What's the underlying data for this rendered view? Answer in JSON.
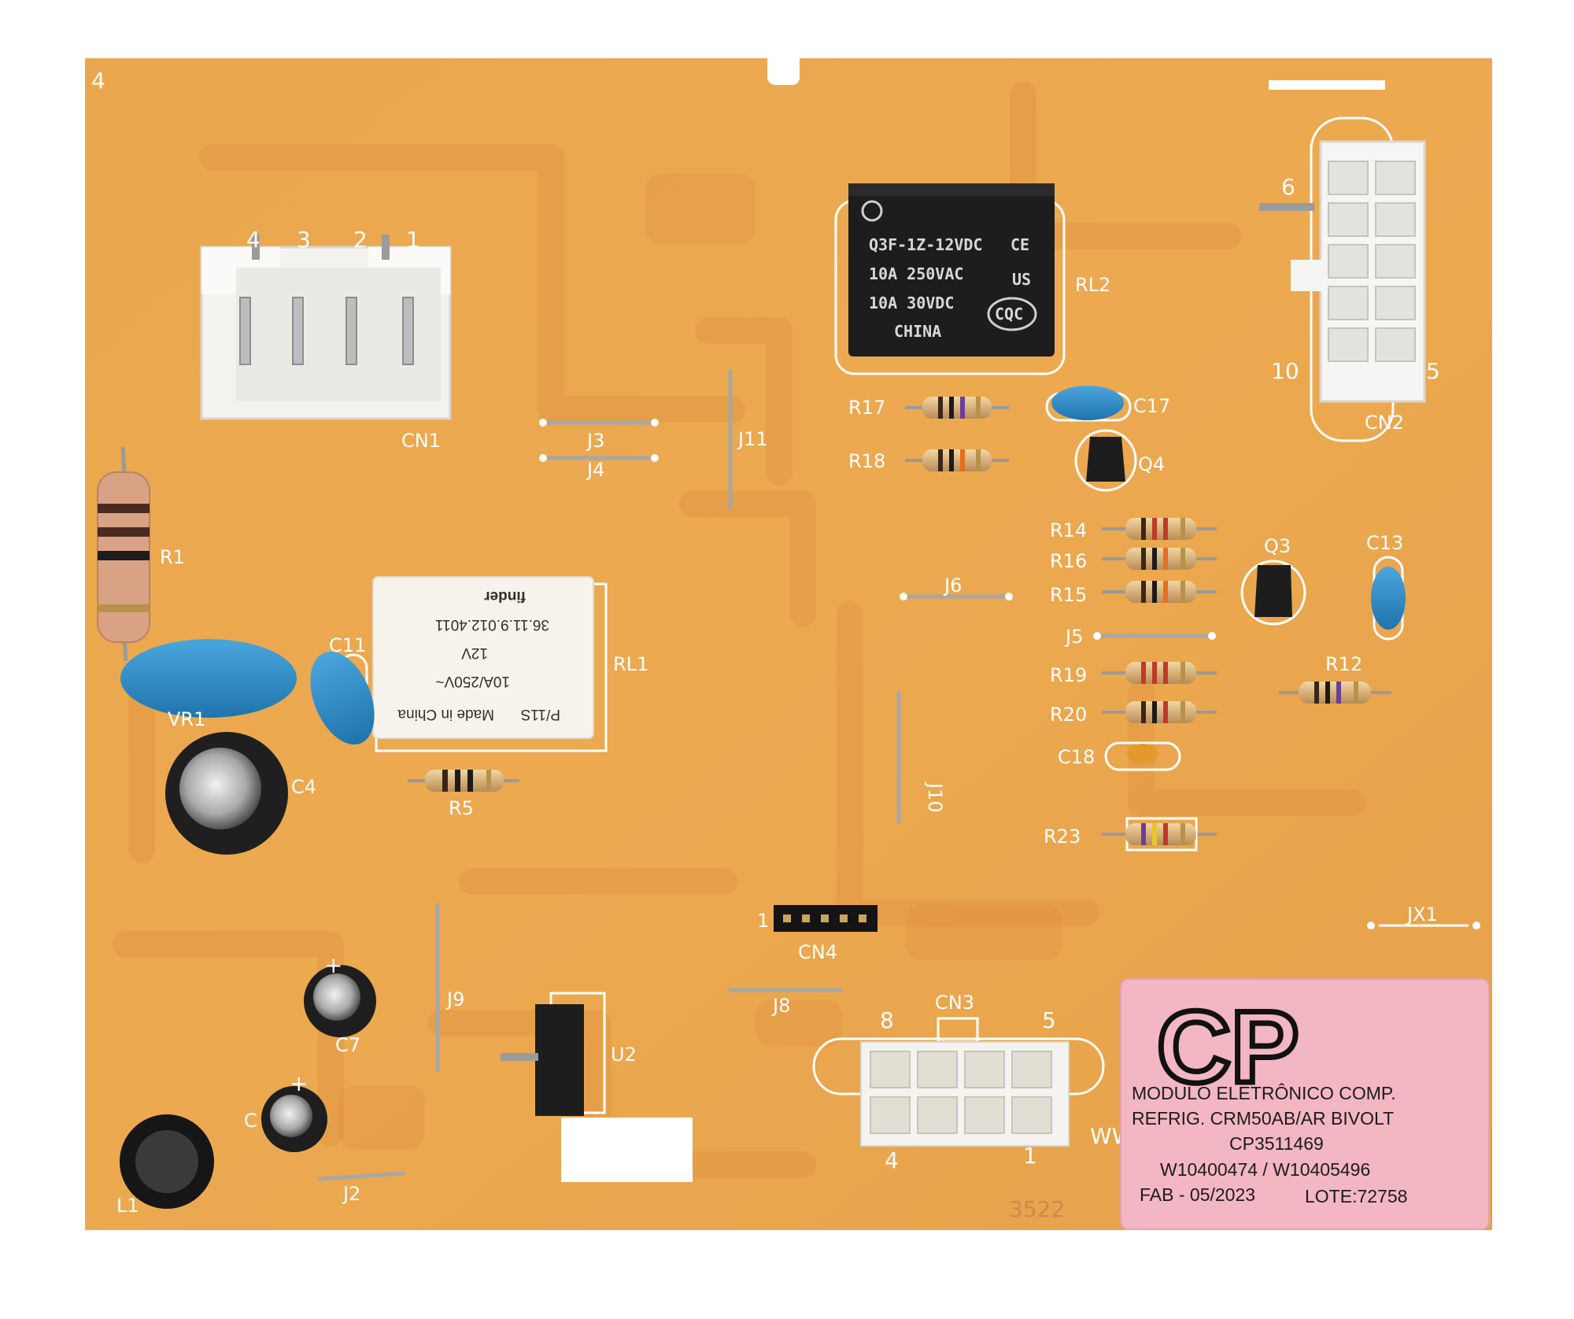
{
  "board": {
    "corner_mark": "4",
    "date_code": "3522",
    "fragment_www": "WW",
    "fragment_c": "C"
  },
  "connectors": {
    "cn1": {
      "label": "CN1",
      "pins": [
        "4",
        "3",
        "2",
        "1"
      ]
    },
    "cn2": {
      "label": "CN2",
      "pin_top": "6",
      "pin_bottom_left": "10",
      "pin_bottom_right": "5"
    },
    "cn3": {
      "label": "CN3",
      "pin_tl": "8",
      "pin_tr": "5",
      "pin_bl": "4",
      "pin_br": "1"
    },
    "cn4": {
      "label": "CN4",
      "pin1": "1"
    }
  },
  "jumpers": {
    "j2": "J2",
    "j3": "J3",
    "j4": "J4",
    "j5": "J5",
    "j6": "J6",
    "j8": "J8",
    "j9": "J9",
    "j10": "J10",
    "j11": "J11",
    "jx1": "JX1"
  },
  "resistors": {
    "r1": "R1",
    "r5": "R5",
    "r12": "R12",
    "r14": "R14",
    "r15": "R15",
    "r16": "R16",
    "r17": "R17",
    "r18": "R18",
    "r19": "R19",
    "r20": "R20",
    "r23": "R23"
  },
  "capacitors": {
    "c4": "C4",
    "c7": "C7",
    "c11": "C11",
    "c13": "C13",
    "c17": "C17",
    "c18": "C18"
  },
  "semis": {
    "q3": "Q3",
    "q4": "Q4",
    "u2": "U2",
    "vr1": "VR1",
    "l1": "L1"
  },
  "relay_rl2": {
    "label": "RL2",
    "model": "Q3F-1Z-12VDC",
    "ce_mark": "CE",
    "rating1": "10A 250VAC",
    "rating2": "10A 30VDC",
    "ul_mark": "US",
    "origin": "CHINA",
    "cqc_mark": "CQC"
  },
  "relay_rl1": {
    "label": "RL1",
    "brand": "finder",
    "part": "36.11.9.012.4011",
    "coil": "12V",
    "contact": "10A/250V~",
    "origin": "Made in China",
    "code": "P/11S"
  },
  "sticker": {
    "logo": "CP",
    "line1": "MODULO ELETRÔNICO COMP.",
    "line2": "REFRIG. CRM50AB/AR BIVOLT",
    "line3": "CP3511469",
    "line4": "W10400474 / W10405496",
    "line5_fab": "FAB - 05/2023",
    "line5_lote": "LOTE:72758"
  },
  "colors": {
    "board": "#e9a84c",
    "board_light": "#efb45a",
    "trace": "#dd8a3a",
    "silkscreen": "#ffffff",
    "relay_black": "#1d1d1d",
    "capacitor_blue": "#2f8ec9",
    "sticker_pink": "#f3b6c3"
  }
}
